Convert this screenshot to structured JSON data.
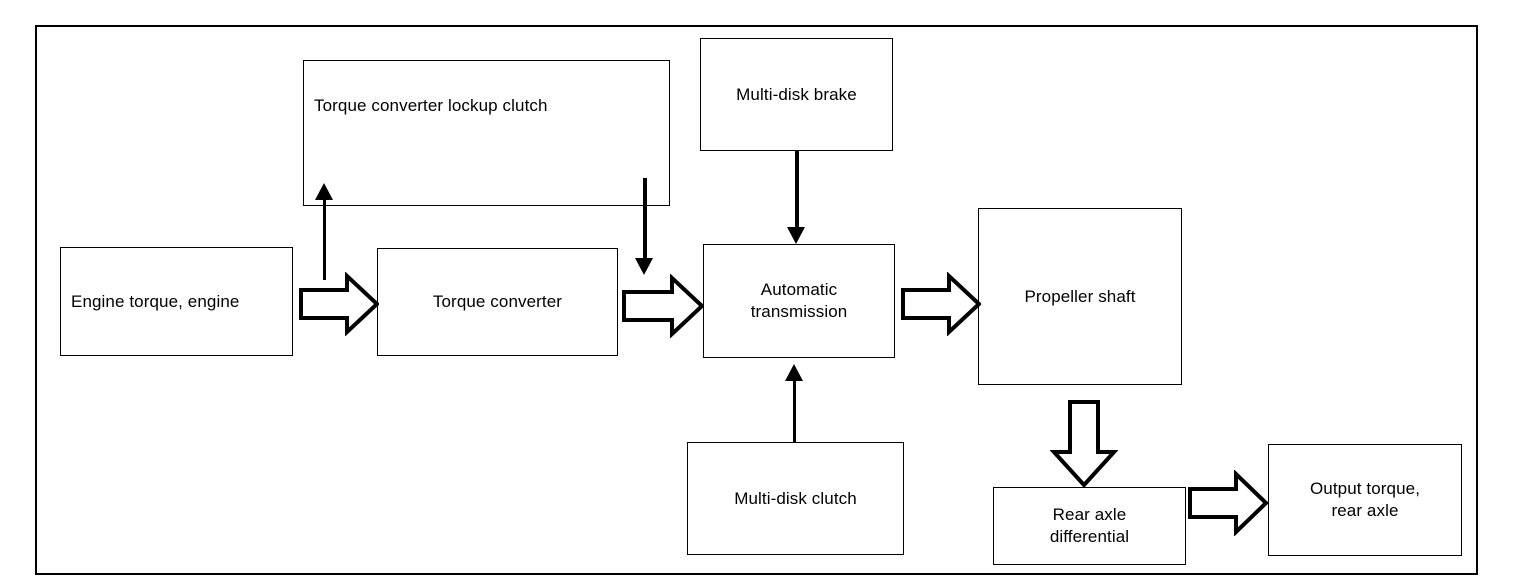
{
  "diagram": {
    "title": "Automatic transmission powertrain torque flow block diagram",
    "type": "block-flow-diagram",
    "background_color": "#ffffff",
    "line_color": "#000000",
    "nodes": [
      {
        "id": "torque-converter-lockup-clutch",
        "label": "Torque converter lockup clutch"
      },
      {
        "id": "multi-disk-brake",
        "label": "Multi-disk brake"
      },
      {
        "id": "engine-torque-engine",
        "label": "Engine torque, engine"
      },
      {
        "id": "torque-converter",
        "label": "Torque converter"
      },
      {
        "id": "automatic-transmission",
        "label": "Automatic\ntransmission"
      },
      {
        "id": "automatic-transmission-line1",
        "label": "Automatic"
      },
      {
        "id": "automatic-transmission-line2",
        "label": "transmission"
      },
      {
        "id": "propeller-shaft",
        "label": "Propeller shaft"
      },
      {
        "id": "multi-disk-clutch",
        "label": "Multi-disk clutch"
      },
      {
        "id": "rear-axle-differential-line1",
        "label": "Rear axle"
      },
      {
        "id": "rear-axle-differential-line2",
        "label": "differential"
      },
      {
        "id": "output-torque-line1",
        "label": "Output torque,"
      },
      {
        "id": "output-torque-line2",
        "label": "rear axle"
      }
    ],
    "connections": [
      {
        "id": "engine-to-torque-converter",
        "style": "block-arrow",
        "direction": "right"
      },
      {
        "id": "torque-converter-to-automatic-transmission",
        "style": "block-arrow",
        "direction": "right"
      },
      {
        "id": "automatic-transmission-to-propeller-shaft",
        "style": "block-arrow",
        "direction": "right"
      },
      {
        "id": "propeller-shaft-to-rear-axle-differential",
        "style": "block-arrow",
        "direction": "down"
      },
      {
        "id": "rear-axle-differential-to-output-torque",
        "style": "block-arrow",
        "direction": "right"
      },
      {
        "id": "engine-link-to-lockup-clutch",
        "style": "line-arrow",
        "direction": "up"
      },
      {
        "id": "lockup-clutch-to-torque-converter-output",
        "style": "line-arrow",
        "direction": "down"
      },
      {
        "id": "multi-disk-brake-to-automatic-transmission",
        "style": "line-arrow",
        "direction": "down"
      },
      {
        "id": "multi-disk-clutch-to-automatic-transmission",
        "style": "line-arrow",
        "direction": "up"
      }
    ]
  }
}
